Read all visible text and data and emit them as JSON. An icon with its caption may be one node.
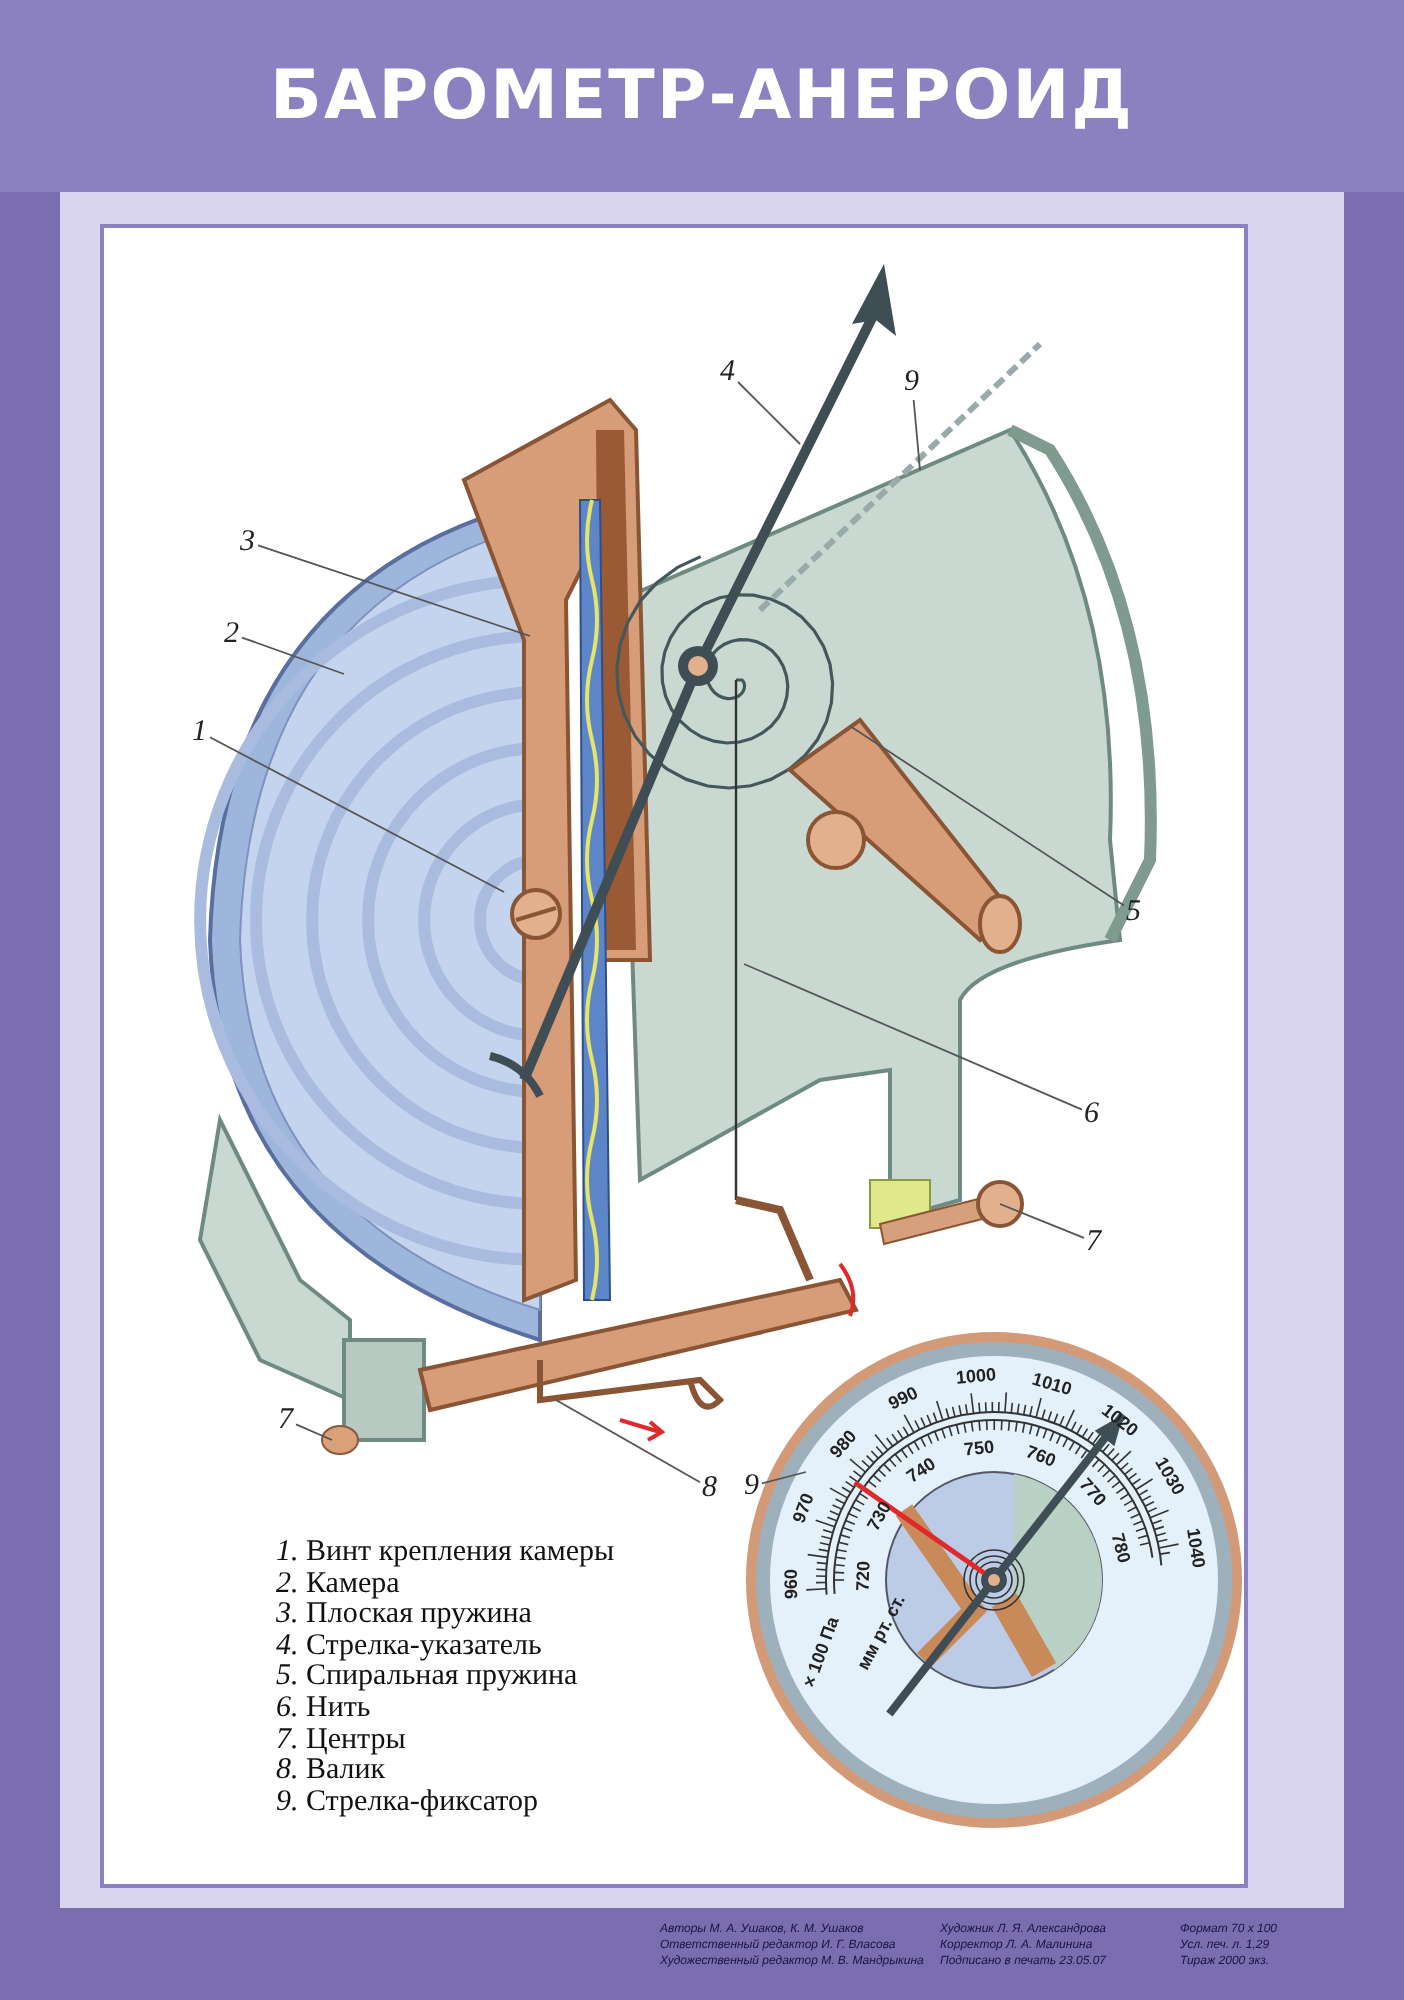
{
  "diagram": {
    "title": "БАРОМЕТР-АНЕРОИД",
    "nodes": [
      {
        "text": [
          "4"
        ]
      },
      {
        "text": [
          "9"
        ]
      },
      {
        "text": [
          "3"
        ]
      },
      {
        "text": [
          "2"
        ]
      },
      {
        "text": [
          "1"
        ]
      },
      {
        "text": [
          "5"
        ]
      },
      {
        "text": [
          "6"
        ]
      },
      {
        "text": [
          "7"
        ]
      },
      {
        "text": [
          "7"
        ]
      },
      {
        "text": [
          "8"
        ]
      },
      {
        "text": [
          "9"
        ]
      }
    ],
    "edges": [
      {
        "from": 0,
        "to": null,
        "arrow": "none"
      },
      {
        "from": 1,
        "to": null,
        "arrow": "none"
      },
      {
        "from": 2,
        "to": null,
        "arrow": "none"
      },
      {
        "from": 3,
        "to": null,
        "arrow": "none"
      },
      {
        "from": 4,
        "to": null,
        "arrow": "none"
      },
      {
        "from": 5,
        "to": null,
        "arrow": "none"
      },
      {
        "from": 6,
        "to": null,
        "arrow": "none"
      },
      {
        "from": 7,
        "to": null,
        "arrow": "none"
      },
      {
        "from": 8,
        "to": null,
        "arrow": "none"
      },
      {
        "from": 9,
        "to": null,
        "arrow": "none"
      },
      {
        "from": 10,
        "to": null,
        "arrow": "none"
      }
    ],
    "labels": [
      "*1.* Винт крепления камеры",
      "*2.* Камера",
      "*3.* Плоская пружина",
      "*4.* Стрелка-указатель",
      "*5.* Спиральная пружина",
      "*6.* Нить",
      "*7.* Центры",
      "*8.* Валик",
      "*9.* Стрелка-фиксатор",
      "960",
      "970",
      "980",
      "990",
      "1000",
      "1010",
      "1020",
      "1030",
      "1040",
      "720",
      "730",
      "740",
      "750",
      "760",
      "770",
      "780",
      "мм рт. ст.",
      "× 100 Па",
      "Авторы М. А. Ушаков, К. М. Ушаков",
      "Ответственный редактор И. Г. Власова",
      "Художественный редактор М. В. Мандрыкина",
      "Художник Л. Я. Александрова",
      "Корректор Л. А. Малинина",
      "Подписано в печать 23.05.07",
      "Формат 70 x 100",
      "Усл. печ. л. 1,29",
      "Тираж 2000 экз."
    ]
  }
}
